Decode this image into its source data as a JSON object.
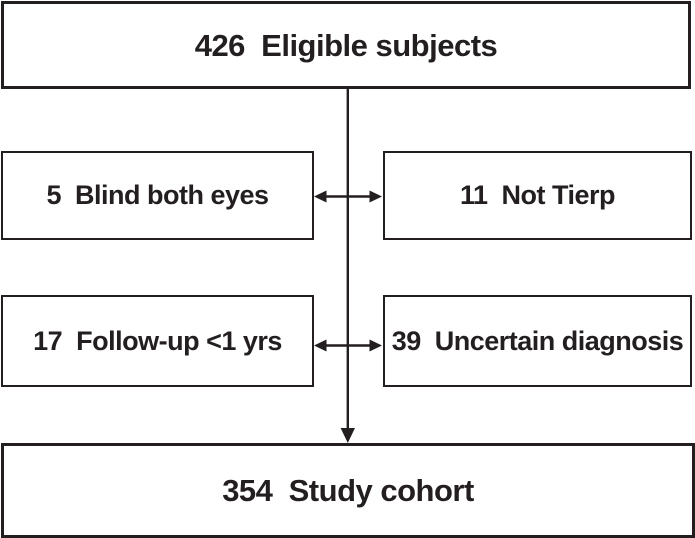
{
  "figure": {
    "type": "study-flow-diagram",
    "colors": {
      "line": "#231f20",
      "background": "#ffffff"
    },
    "nodes": {
      "eligible": {
        "count": 426,
        "label": "Eligible subjects",
        "text": "426  Eligible subjects"
      },
      "blind": {
        "count": 5,
        "label": "Blind both eyes",
        "text": "5  Blind both eyes"
      },
      "not_tierp": {
        "count": 11,
        "label": "Not Tierp",
        "text": "11  Not Tierp"
      },
      "followup": {
        "count": 17,
        "label": "Follow-up <1 yrs",
        "text": "17  Follow-up <1 yrs"
      },
      "uncertain": {
        "count": 39,
        "label": "Uncertain diagnosis",
        "text": "39  Uncertain diagnosis"
      },
      "cohort": {
        "count": 354,
        "label": "Study cohort",
        "text": "354  Study cohort"
      }
    },
    "connectors": [
      {
        "from": "eligible",
        "to": "cohort",
        "style": "vertical-arrow-down"
      },
      {
        "between": [
          "blind",
          "not_tierp"
        ],
        "style": "horizontal-double-arrow"
      },
      {
        "between": [
          "followup",
          "uncertain"
        ],
        "style": "horizontal-double-arrow"
      }
    ]
  }
}
